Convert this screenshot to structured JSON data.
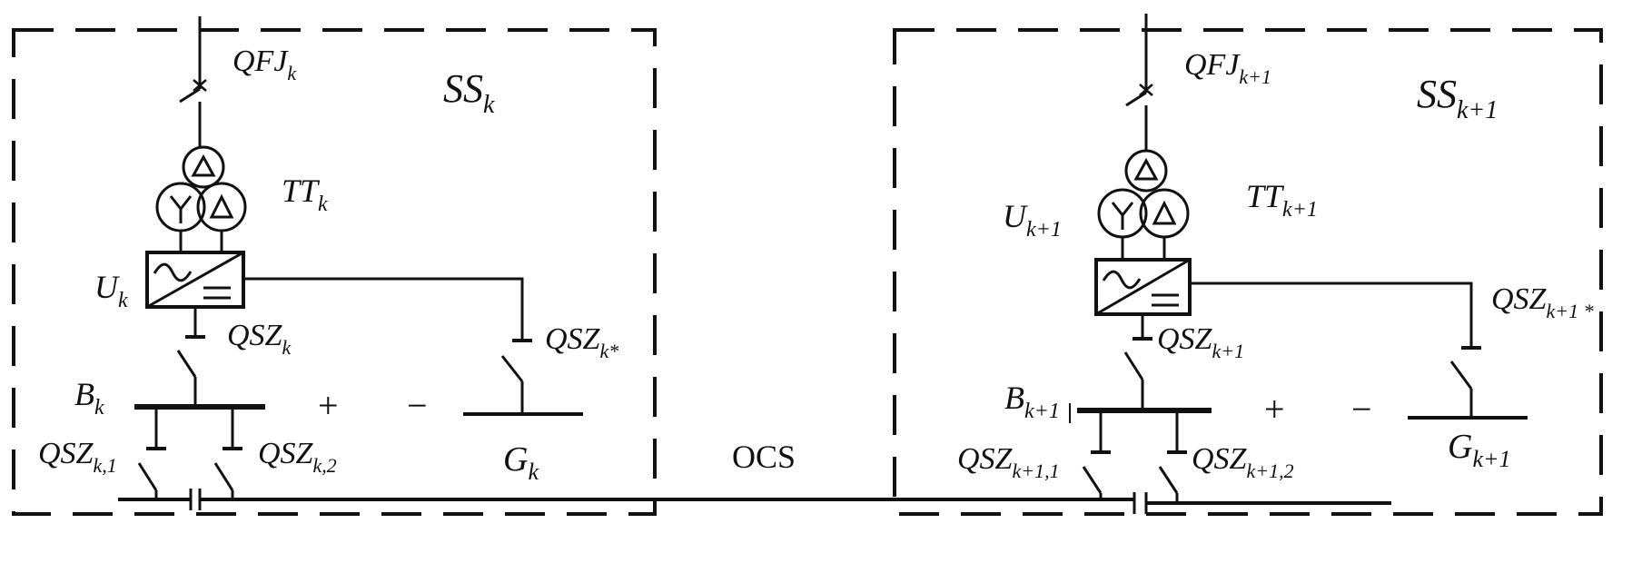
{
  "substation_k": {
    "name": "SS",
    "name_sub": "k",
    "breaker": "QFJ",
    "breaker_sub": "k",
    "transformer": "TT",
    "transformer_sub": "k",
    "rectifier": "U",
    "rectifier_sub": "k",
    "switch_main": "QSZ",
    "switch_main_sub": "k",
    "switch_ground": "QSZ",
    "switch_ground_sub": "k*",
    "bus": "B",
    "bus_sub": "k",
    "feeder_1": "QSZ",
    "feeder_1_sub": "k,1",
    "feeder_2": "QSZ",
    "feeder_2_sub": "k,2",
    "ground": "G",
    "ground_sub": "k"
  },
  "substation_k1": {
    "name": "SS",
    "name_sub": "k+1",
    "breaker": "QFJ",
    "breaker_sub": "k+1",
    "transformer": "TT",
    "transformer_sub": "k+1",
    "rectifier": "U",
    "rectifier_sub": "k+1",
    "switch_main": "QSZ",
    "switch_main_sub": "k+1",
    "switch_ground": "QSZ",
    "switch_ground_sub": "k+1 *",
    "bus": "B",
    "bus_sub": "k+1",
    "feeder_1": "QSZ",
    "feeder_1_sub": "k+1,1",
    "feeder_2": "QSZ",
    "feeder_2_sub": "k+1,2",
    "ground": "G",
    "ground_sub": "k+1"
  },
  "polarity": {
    "plus": "+",
    "minus": "−"
  },
  "ocs_label": "OCS"
}
